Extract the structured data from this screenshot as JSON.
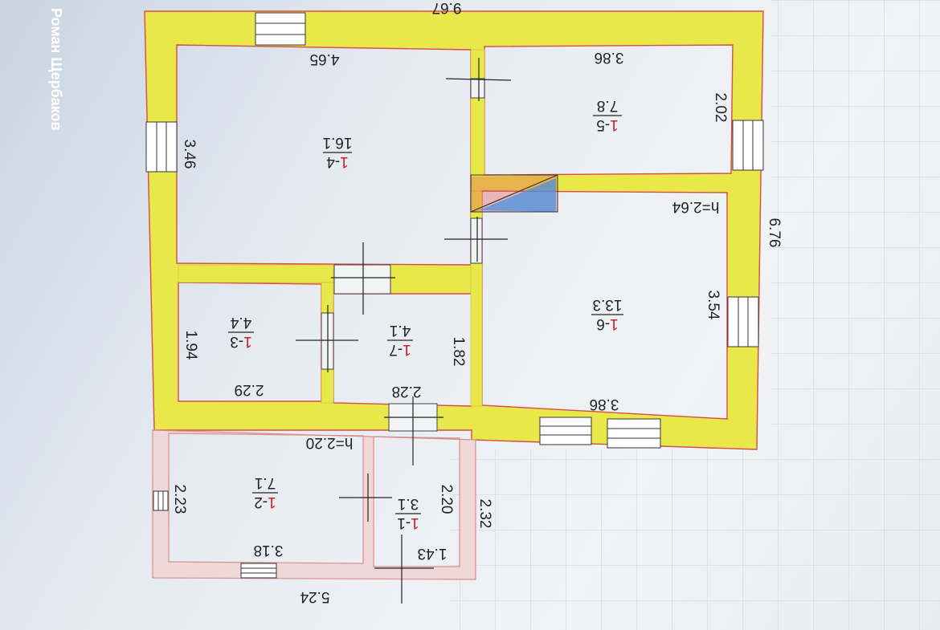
{
  "watermark": {
    "author": "Роман Щербаков"
  },
  "colors": {
    "wall_fill": "#e9e84a",
    "wall_outline": "#d84b4b",
    "cold_wall": "#f0d8d8",
    "stairs_blue": "#4a90e2",
    "stairs_red": "#e25050",
    "label_red": "#c8202a"
  },
  "plan": {
    "overall_width": "9.67",
    "overall_height": "6.76",
    "annex_width": "5.24",
    "annex_depth": "2.32",
    "ceiling_main": "h=2.64",
    "ceiling_annex": "h=2.20",
    "rooms": [
      {
        "id": "1-4",
        "num": "4",
        "area": "16.1",
        "width": "4.65",
        "depth": "3.46"
      },
      {
        "id": "1-5",
        "num": "5",
        "area": "7.8",
        "width": "3.86",
        "depth": "2.02"
      },
      {
        "id": "1-6",
        "num": "6",
        "area": "13.3",
        "width": "3.86",
        "depth": "3.54"
      },
      {
        "id": "1-3",
        "num": "3",
        "area": "4.4",
        "width": "2.29",
        "depth": "1.94"
      },
      {
        "id": "1-7",
        "num": "7",
        "area": "4.1",
        "width": "2.28",
        "depth": "1.82"
      },
      {
        "id": "1-2",
        "num": "2",
        "area": "7.1",
        "width": "3.18",
        "depth": "2.23"
      },
      {
        "id": "1-1",
        "num": "1",
        "area": "3.1",
        "width": "1.43",
        "depth": "2.20"
      }
    ]
  }
}
